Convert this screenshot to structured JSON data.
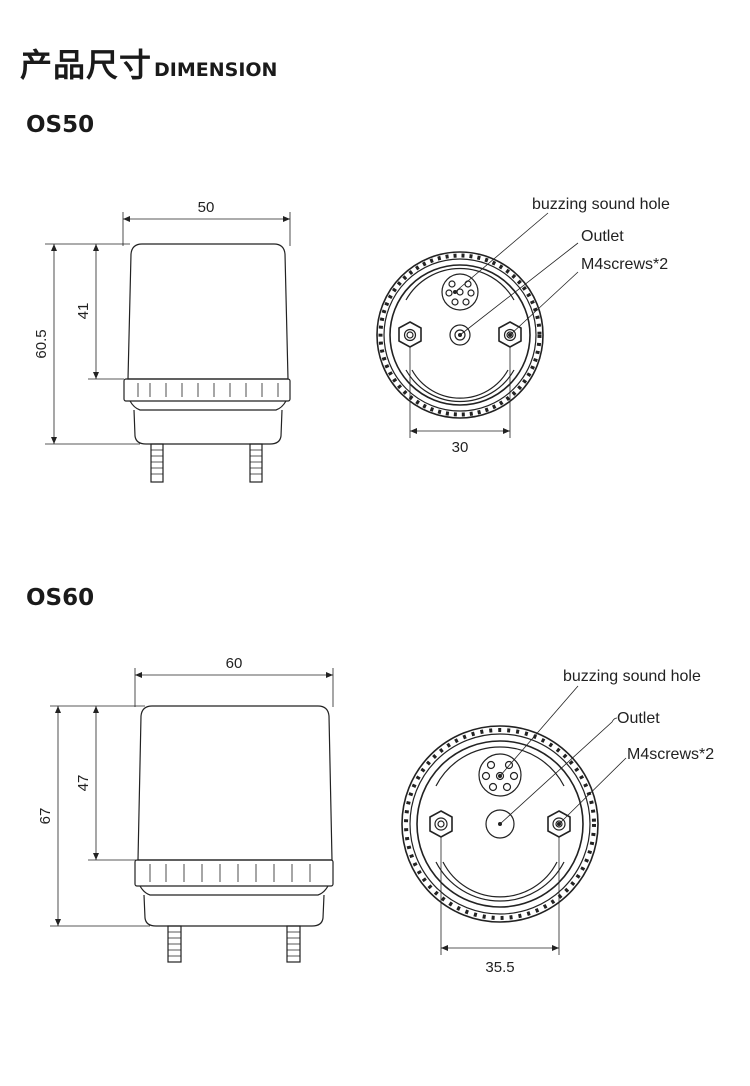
{
  "title": {
    "cn": "产品尺寸",
    "en": "DIMENSION"
  },
  "models": [
    {
      "name": "OS50",
      "side_view": {
        "width": "50",
        "total_height": "60.5",
        "body_height": "41"
      },
      "top_view": {
        "hole_spacing": "30",
        "labels": {
          "sound_hole": "buzzing sound hole",
          "outlet": "Outlet",
          "screws": "M4screws*2"
        }
      }
    },
    {
      "name": "OS60",
      "side_view": {
        "width": "60",
        "total_height": "67",
        "body_height": "47"
      },
      "top_view": {
        "hole_spacing": "35.5",
        "labels": {
          "sound_hole": "buzzing sound hole",
          "outlet": "Outlet",
          "screws": "M4screws*2"
        }
      }
    }
  ]
}
